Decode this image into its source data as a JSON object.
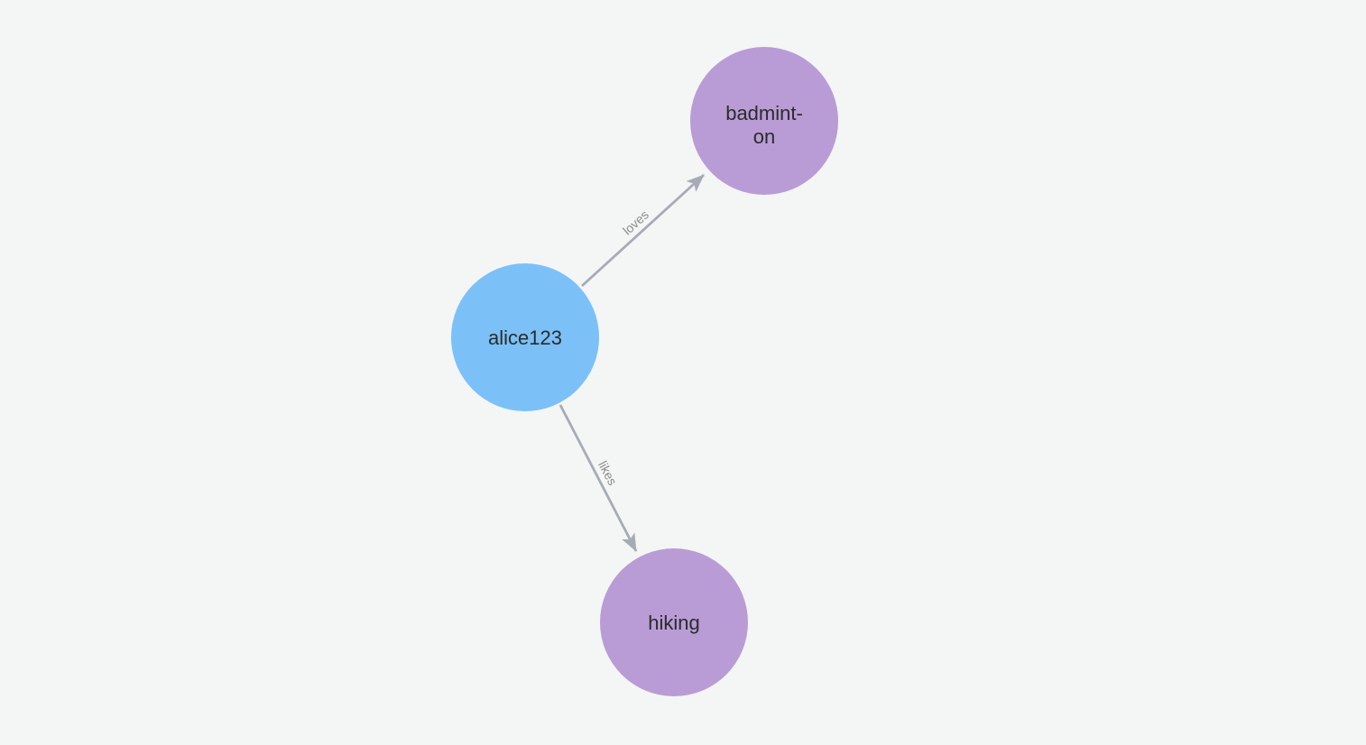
{
  "canvas": {
    "background_color": "#f4f5f5"
  },
  "graph": {
    "node_text_color": "#2b2b2b",
    "edge_style": {
      "color": "#a6abb5",
      "label_color": "#8b8b8b"
    },
    "nodes": [
      {
        "lines": [
          "alice123"
        ],
        "color": "#7bc1f8"
      },
      {
        "lines": [
          "badmint-",
          "on"
        ],
        "color": "#b99cd6"
      },
      {
        "lines": [
          "hiking"
        ],
        "color": "#b99cd6"
      }
    ],
    "edges": [
      {
        "label": "loves",
        "source_index": 0,
        "target_index": 1
      },
      {
        "label": "likes",
        "source_index": 0,
        "target_index": 2
      }
    ]
  }
}
